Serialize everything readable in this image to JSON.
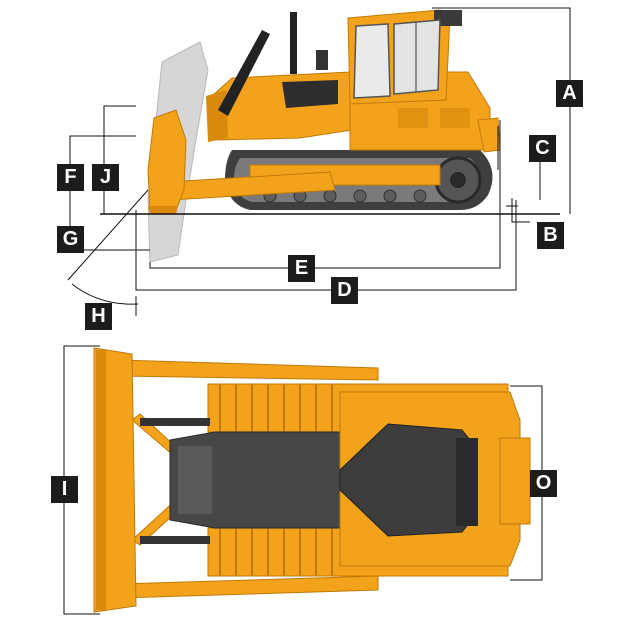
{
  "labels": {
    "A": "A",
    "B": "B",
    "C": "C",
    "D": "D",
    "E": "E",
    "F": "F",
    "G": "G",
    "H": "H",
    "I": "I",
    "J": "J",
    "O": "O"
  },
  "colors": {
    "body": "#f2a31b",
    "body_dark": "#d98a0c",
    "body_light": "#f9c45a",
    "track": "#4a4a4a",
    "cab_top": "#3a3a3a",
    "blade_ghost": "#d4d4d4",
    "line": "#111111",
    "label_bg": "#1c1c1c"
  }
}
